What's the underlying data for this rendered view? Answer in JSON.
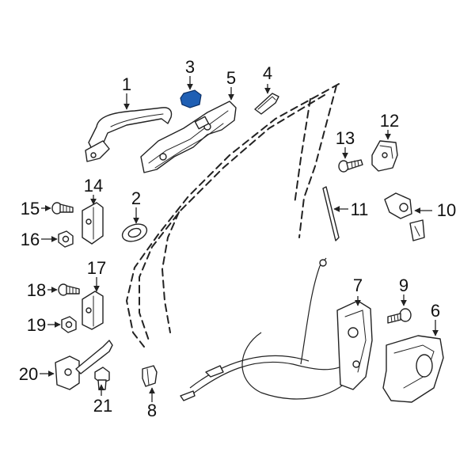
{
  "diagram": {
    "highlighted_part": "3",
    "highlight_color": "#1f5fb4",
    "callouts": {
      "c1": "1",
      "c2": "2",
      "c3": "3",
      "c4": "4",
      "c5": "5",
      "c6": "6",
      "c7": "7",
      "c8": "8",
      "c9": "9",
      "c10": "10",
      "c11": "11",
      "c12": "12",
      "c13": "13",
      "c14": "14",
      "c15": "15",
      "c16": "16",
      "c17": "17",
      "c18": "18",
      "c19": "19",
      "c20": "20",
      "c21": "21"
    }
  }
}
